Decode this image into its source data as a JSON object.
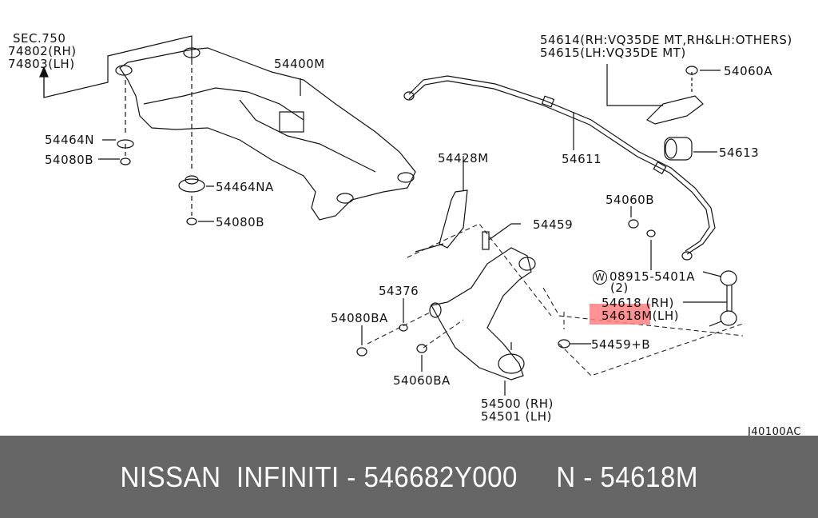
{
  "diagram": {
    "code": "J40100AC",
    "highlight_color": "#ff7f7f",
    "callouts": [
      {
        "id": "sec750",
        "lines": [
          "SEC.750",
          "74802(RH)",
          "74803(LH)"
        ]
      },
      {
        "id": "54400M",
        "text": "54400M"
      },
      {
        "id": "54464N",
        "text": "54464N"
      },
      {
        "id": "54080B_1",
        "text": "54080B"
      },
      {
        "id": "54464NA",
        "text": "54464NA"
      },
      {
        "id": "54080B_2",
        "text": "54080B"
      },
      {
        "id": "54614",
        "text": "54614(RH:VQ35DE MT,RH&LH:OTHERS)"
      },
      {
        "id": "54615",
        "text": "54615(LH:VQ35DE MT)"
      },
      {
        "id": "54060A",
        "text": "54060A"
      },
      {
        "id": "54611",
        "text": "54611"
      },
      {
        "id": "54613",
        "text": "54613"
      },
      {
        "id": "54428M",
        "text": "54428M"
      },
      {
        "id": "54060B",
        "text": "54060B"
      },
      {
        "id": "54459",
        "text": "54459"
      },
      {
        "id": "08915",
        "text": "08915-5401A",
        "prefix": "W",
        "qty": "(2)"
      },
      {
        "id": "54376",
        "text": "54376"
      },
      {
        "id": "54080BA",
        "text": "54080BA"
      },
      {
        "id": "54618",
        "text": "54618 (RH)"
      },
      {
        "id": "54618M",
        "text": "54618M(LH)",
        "highlighted": true
      },
      {
        "id": "54459B",
        "text": "54459+B"
      },
      {
        "id": "54060BA",
        "text": "54060BA"
      },
      {
        "id": "54500",
        "text": "54500 (RH)"
      },
      {
        "id": "54501",
        "text": "54501 (LH)"
      }
    ]
  },
  "footer": {
    "text": "NISSAN  INFINITI - 546682Y000     N - 54618M",
    "background": "#666666"
  }
}
